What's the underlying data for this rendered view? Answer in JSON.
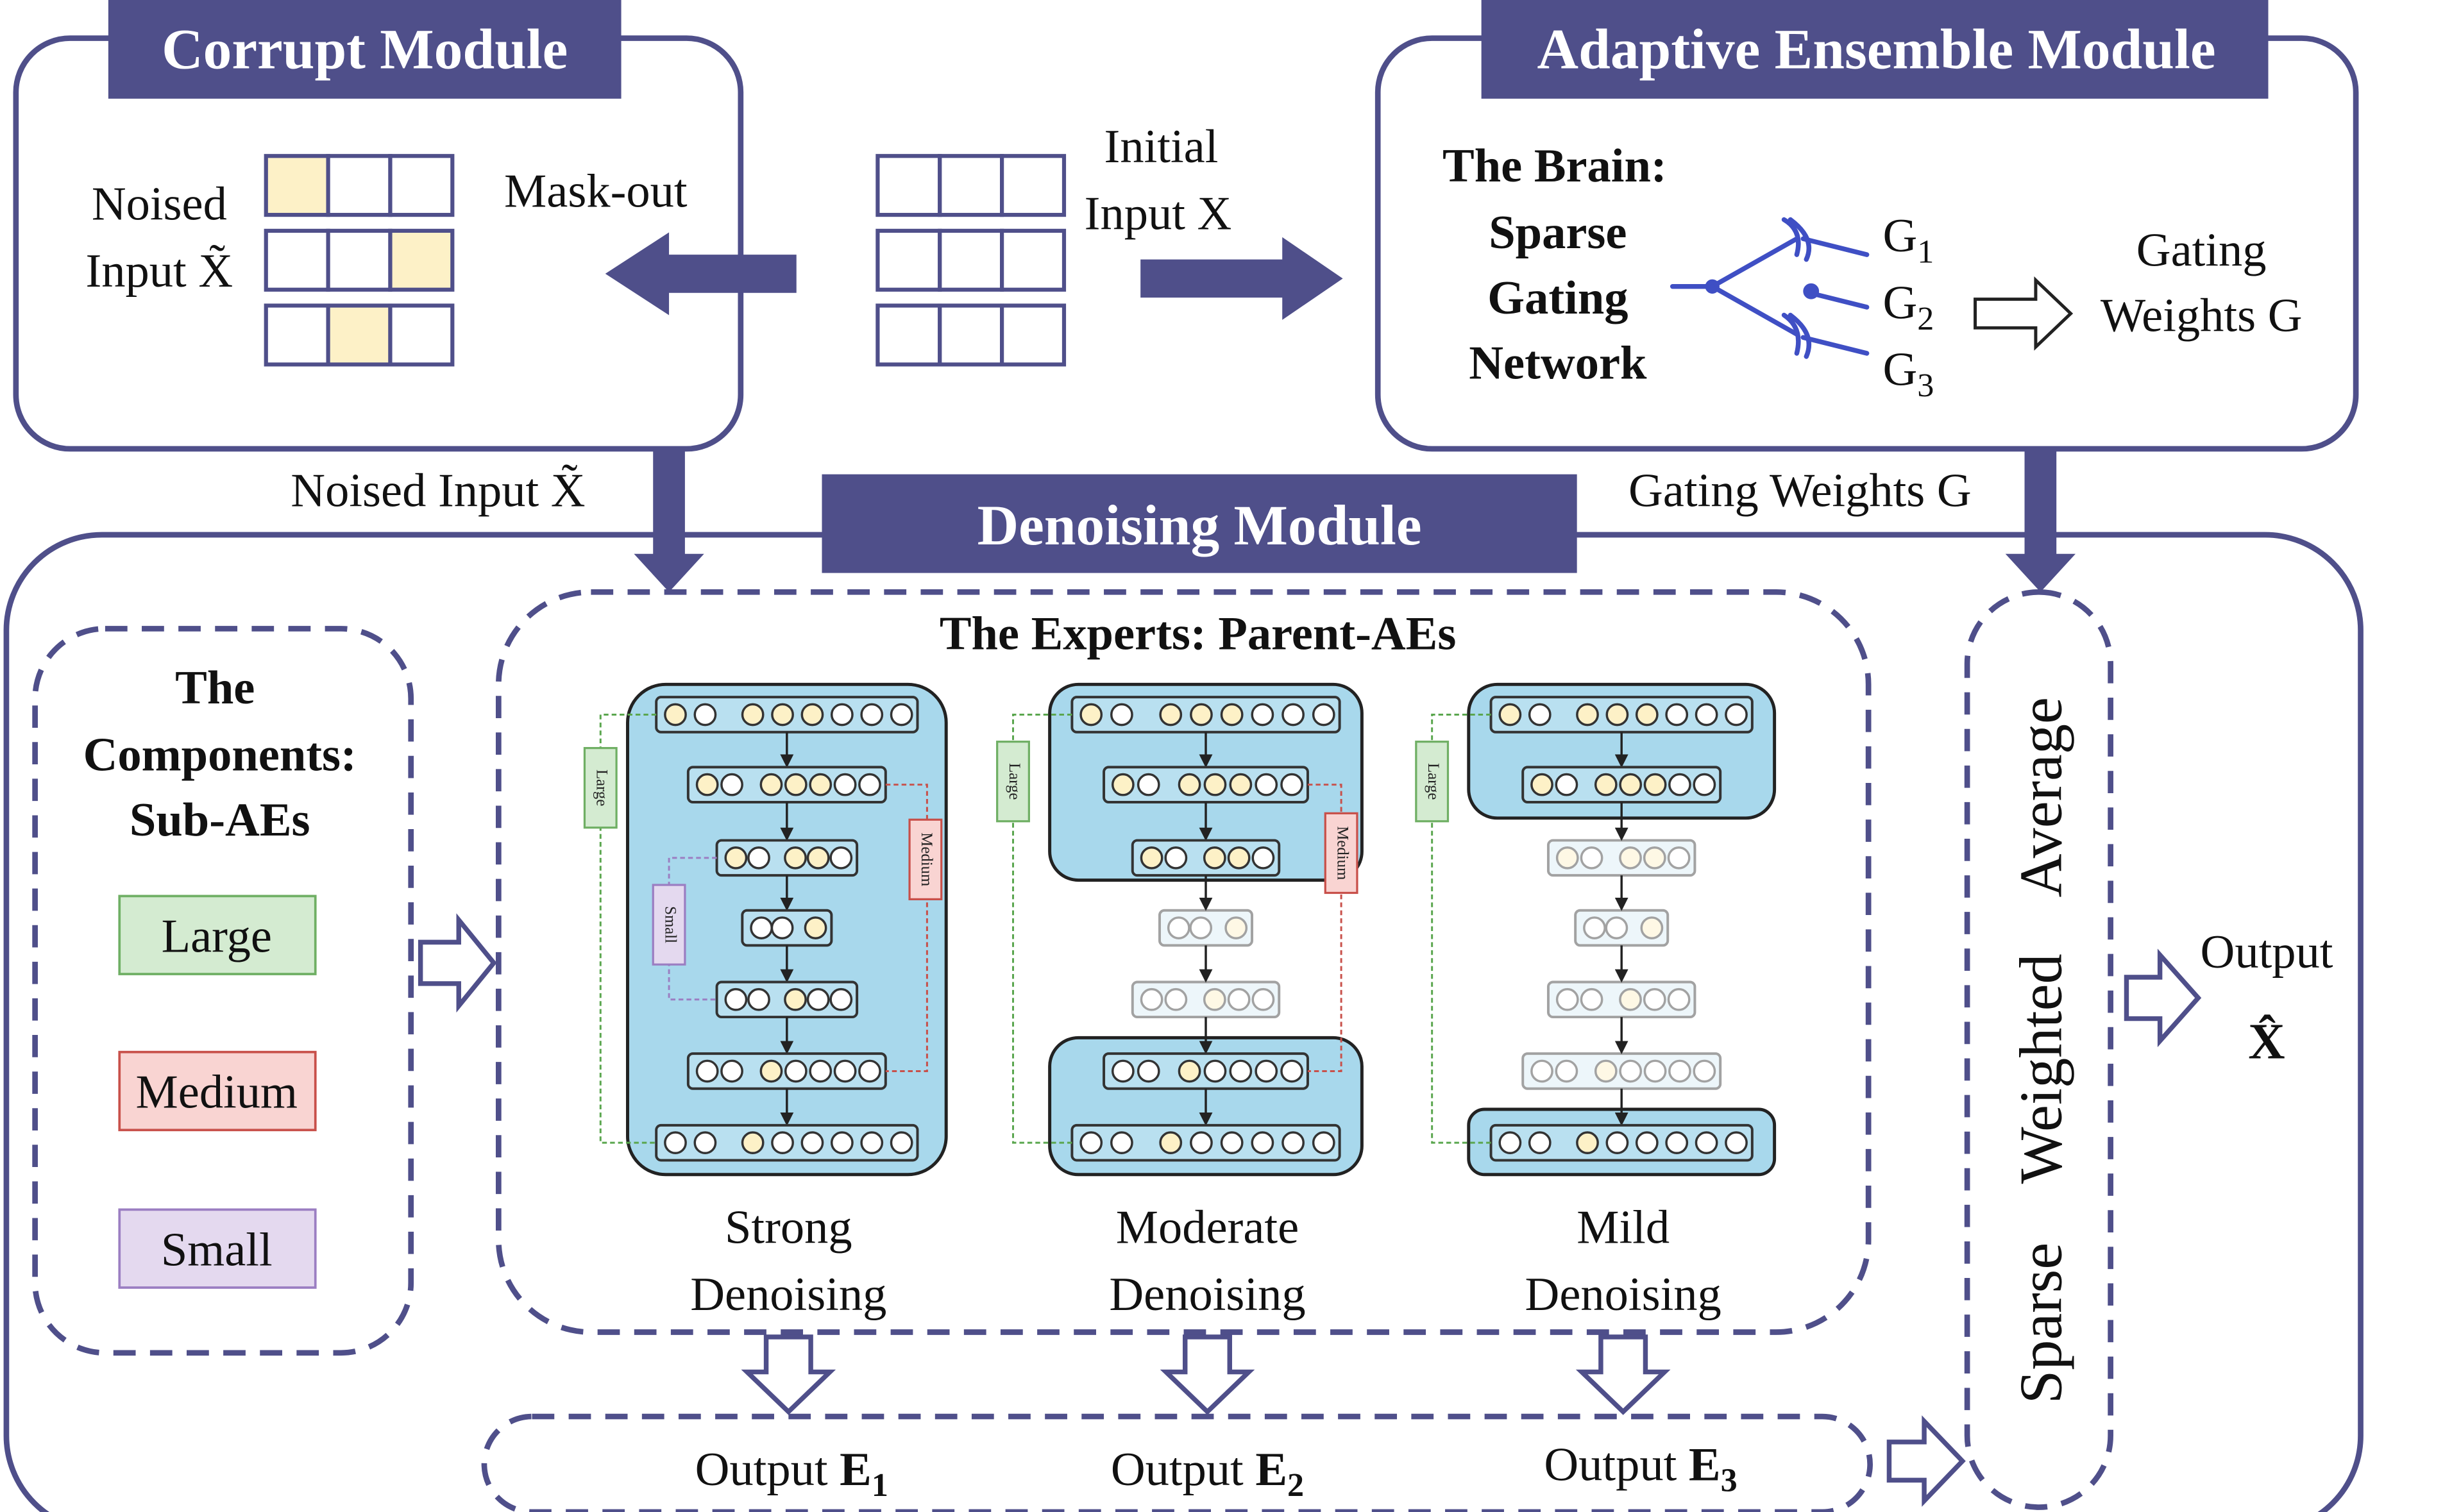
{
  "modules": {
    "corrupt": {
      "title": "Corrupt Module",
      "noised_label": [
        "Noised",
        "Input X̃"
      ],
      "mask_label": "Mask-out"
    },
    "initial": {
      "label": [
        "Initial",
        "Input X"
      ]
    },
    "ensemble": {
      "title": "Adaptive Ensemble Module",
      "brain_label": [
        "The Brain:",
        "Sparse",
        "Gating",
        "Network"
      ],
      "gates": [
        "G1",
        "G2",
        "G3"
      ],
      "gating_label": [
        "Gating",
        "Weights G"
      ]
    },
    "flow": {
      "noised_input": "Noised Input X̃",
      "gating_weights": "Gating Weights G"
    },
    "denoising": {
      "title": "Denoising Module",
      "components": {
        "label": [
          "The",
          "Components:",
          "Sub-AEs"
        ],
        "sizes": [
          "Large",
          "Medium",
          "Small"
        ]
      },
      "experts": {
        "title": "The Experts: Parent-AEs",
        "names": [
          [
            "Strong",
            "Denoising"
          ],
          [
            "Moderate",
            "Denoising"
          ],
          [
            "Mild",
            "Denoising"
          ]
        ],
        "tags": [
          "Large",
          "Medium",
          "Small"
        ]
      },
      "outputs": [
        "Output E1",
        "Output E2",
        "Output E3"
      ],
      "aggregator": "Sparse Weighted Average",
      "final_output": [
        "Output",
        "X̂"
      ]
    }
  },
  "colors": {
    "module_header": "#4f4f8a",
    "module_border": "#4f4f8a",
    "mask_cell": "#fdf1c7",
    "expert_fill": "#a8d8ec",
    "large": "#d4ebd1",
    "medium": "#f9d4d2",
    "small": "#e4d9ef"
  }
}
